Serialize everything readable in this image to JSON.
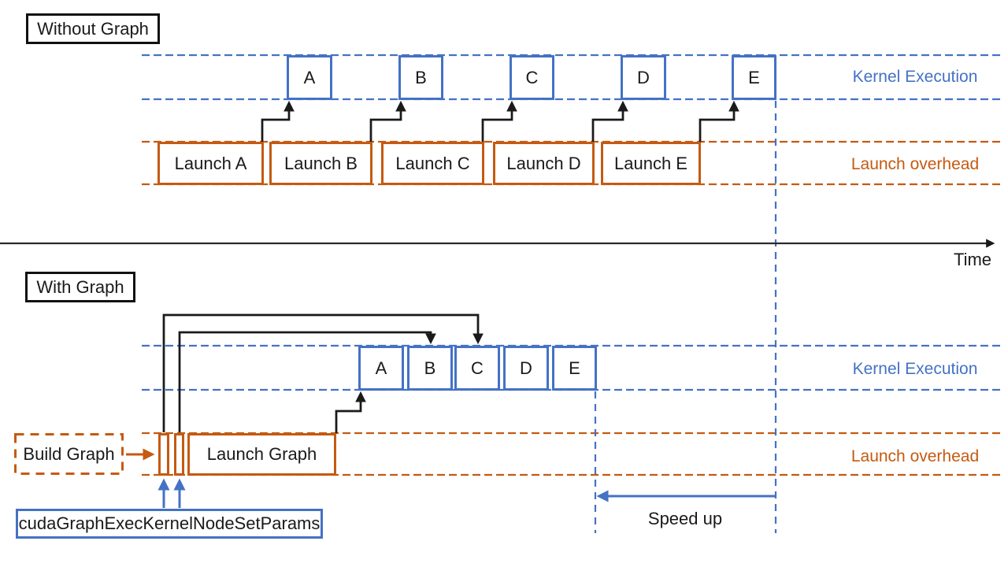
{
  "colors": {
    "kernel_blue": "#4472C4",
    "overhead_orange": "#C55A11",
    "arrow_black": "#1a1a1a"
  },
  "time_axis": {
    "label": "Time"
  },
  "without": {
    "title": "Without Graph",
    "kernel_lane_label": "Kernel Execution",
    "launch_lane_label": "Launch overhead",
    "kernel_boxes": [
      "A",
      "B",
      "C",
      "D",
      "E"
    ],
    "launch_boxes": [
      "Launch A",
      "Launch B",
      "Launch C",
      "Launch D",
      "Launch E"
    ]
  },
  "with": {
    "title": "With Graph",
    "kernel_lane_label": "Kernel Execution",
    "launch_lane_label": "Launch overhead",
    "kernel_boxes": [
      "A",
      "B",
      "C",
      "D",
      "E"
    ],
    "build_graph_label": "Build Graph",
    "launch_graph_label": "Launch Graph",
    "api_label": "cudaGraphExecKernelNodeSetParams",
    "speedup_label": "Speed up"
  }
}
